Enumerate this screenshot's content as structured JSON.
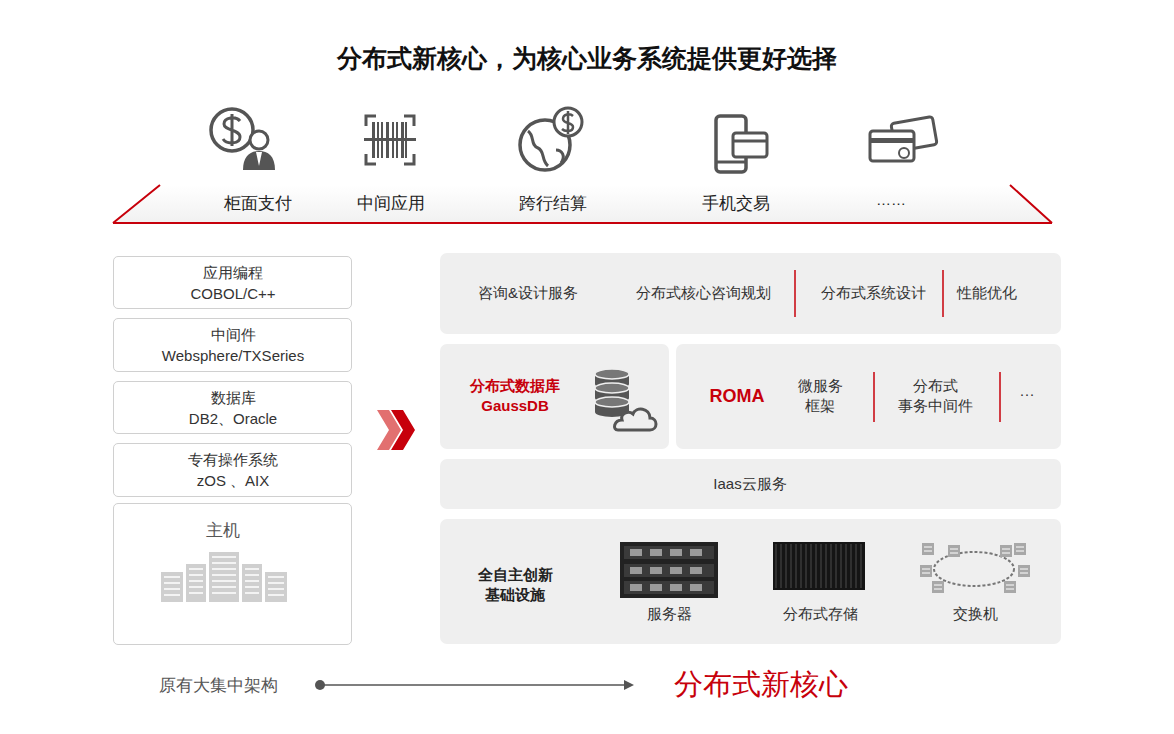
{
  "diagram": {
    "title": "分布式新核心，为核心业务系统提供更好选择",
    "nodes": [
      {
        "text": [
          "应用编程",
          "COBOL/C++"
        ]
      },
      {
        "text": [
          "中间件",
          "Websphere/TXSeries"
        ]
      },
      {
        "text": [
          "数据库",
          "DB2、Oracle"
        ]
      },
      {
        "text": [
          "专有操作系统",
          "zOS 、AIX"
        ]
      },
      {
        "text": [
          "主机"
        ]
      },
      {
        "text": [
          "咨询&设计服务",
          "分布式核心咨询规划",
          "分布式系统设计",
          "性能优化"
        ]
      },
      {
        "text": [
          "分布式数据库 GaussDB"
        ]
      },
      {
        "text": [
          "ROMA",
          "微服务 框架",
          "分布式 事务中间件",
          "···"
        ]
      },
      {
        "text": [
          "Iaas云服务"
        ]
      },
      {
        "text": [
          "全自主创新 基础设施",
          "服务器",
          "分布式存储",
          "交换机"
        ]
      }
    ],
    "labels": [
      "柜面支付",
      "中间应用",
      "跨行结算",
      "手机交易",
      "……",
      "原有大集中架构",
      "分布式新核心"
    ]
  }
}
